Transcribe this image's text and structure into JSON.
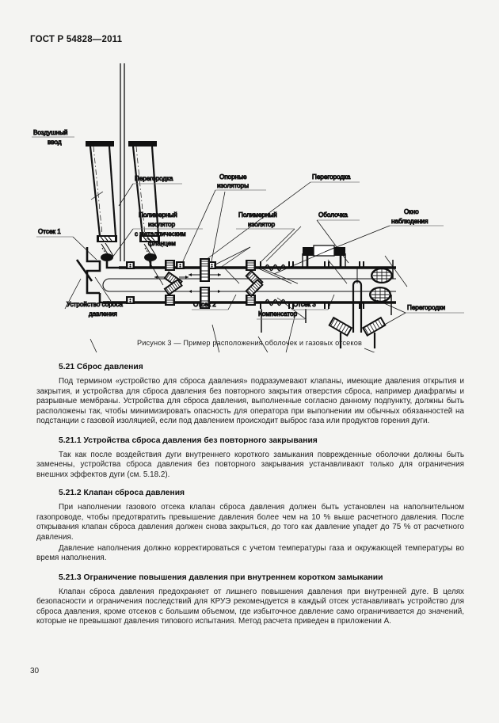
{
  "header": {
    "standard_number": "ГОСТ Р 54828—2011"
  },
  "figure": {
    "caption": "Рисунок 3 — Пример расположения оболочек и газовых отсеков",
    "labels": {
      "air_bushing_l1": "Воздушный",
      "air_bushing_l2": "ввод",
      "partition_1": "Перегородка",
      "support_insulators_l1": "Опорные",
      "support_insulators_l2": "изоляторы",
      "partition_2": "Перегородка",
      "polymer_insulator_flange_l1": "Полимерный",
      "polymer_insulator_flange_l2": "изолятор",
      "polymer_insulator_flange_l3": "с металлическим",
      "polymer_insulator_flange_l4": "фланцем",
      "polymer_insulator_l1": "Полимерный",
      "polymer_insulator_l2": "изолятор",
      "enclosure": "Оболочка",
      "window_l1": "Окно",
      "window_l2": "наблюдения",
      "compartment_1": "Отсек 1",
      "compartment_2": "Отсек 2",
      "compartment_3": "Отсек 3",
      "relief_device_l1": "Устройство сброса",
      "relief_device_l2": "давления",
      "compensator": "Компенсатор",
      "partitions_plural": "Перегородки"
    }
  },
  "sections": [
    {
      "id": "5.21",
      "heading": "5.21 Сброс давления",
      "paragraphs": [
        "Под термином «устройство для сброса давления» подразумевают клапаны, имеющие давления открытия и закрытия, и устройства для сброса давления без повторного закрытия отверстия сброса, например диафрагмы и разрывные мембраны. Устройства для сброса давления, выполненные согласно данному подпункту, должны быть расположены так, чтобы минимизировать опасность для оператора при выполнении им обычных обязанностей на подстанции с газовой изоляцией, если под давлением происходит выброс газа или продуктов горения дуги."
      ]
    },
    {
      "id": "5.21.1",
      "heading": "5.21.1 Устройства сброса давления без повторного закрывания",
      "paragraphs": [
        "Так как после воздействия дуги внутреннего короткого замыкания поврежденные оболочки должны быть заменены, устройства сброса давления без повторного закрывания устанавливают только для ограничения внешних эффектов дуги (см. 5.18.2)."
      ]
    },
    {
      "id": "5.21.2",
      "heading": "5.21.2 Клапан сброса давления",
      "paragraphs": [
        "При наполнении газового отсека клапан сброса давления должен быть установлен на наполнительном газопроводе, чтобы предотвратить  превышение давления более чем на 10 % выше расчетного давления. После открывания  клапан  сброса  давления  должен снова закрыться, до того как давление упадет до 75 % от расчетного давления.",
        "Давление наполнения должно корректироваться с учетом температуры газа и окружающей температуры во время наполнения."
      ]
    },
    {
      "id": "5.21.3",
      "heading": "5.21.3 Ограничение повышения давления при внутреннем коротком замыкании",
      "paragraphs": [
        "Клапан сброса давления предохраняет от лишнего повышения давления при внутренней дуге. В целях безопасности и ограничения последствий для КРУЭ рекомендуется  в каждый отсек устанавливать устройство для сброса давления, кроме отсеков с большим объемом, где избыточное давление само ограничивается до значений, которые не превышают давления типового испытания. Метод расчета приведен в приложении А."
      ]
    }
  ],
  "footer": {
    "page_number": "30"
  },
  "colors": {
    "page_background": "#f4f4f2",
    "ink": "#1a1a1a",
    "line": "#111111"
  }
}
